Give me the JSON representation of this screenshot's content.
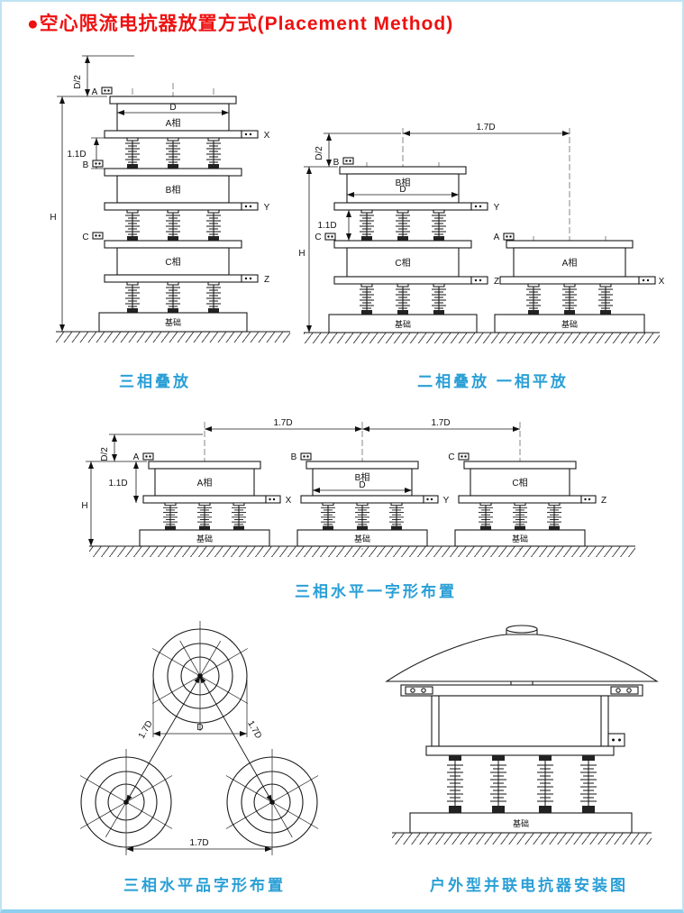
{
  "title": "●空心限流电抗器放置方式(Placement Method)",
  "captions": {
    "stacked3": "三相叠放",
    "stacked2flat1": "二相叠放 一相平放",
    "inline3": "三相水平一字形布置",
    "triangle3": "三相水平品字形布置",
    "outdoor": "户外型并联电抗器安装图"
  },
  "labels": {
    "phase_a": "A相",
    "phase_b": "B相",
    "phase_c": "C相",
    "term_a": "A",
    "term_b": "B",
    "term_c": "C",
    "term_x": "X",
    "term_y": "Y",
    "term_z": "Z",
    "foundation": "基础",
    "dim_h": "H",
    "dim_d": "D",
    "dim_half_d": "D/2",
    "dim_1_1d": "1.1D",
    "dim_1_7d": "1.7D"
  },
  "colors": {
    "title": "#ee1111",
    "caption": "#2a9fd6",
    "line": "#1a1a1a",
    "page_border": "#bfe3f2"
  }
}
